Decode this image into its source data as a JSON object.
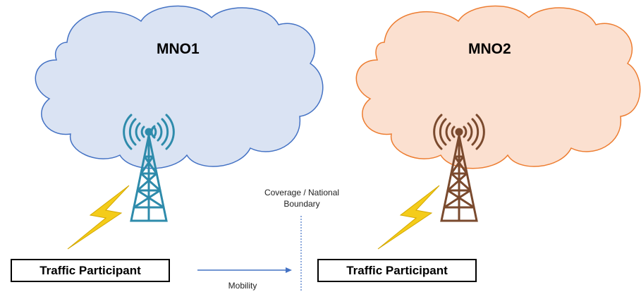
{
  "clouds": [
    {
      "label": "MNO1",
      "fill": "#dae3f3",
      "stroke": "#4472c4"
    },
    {
      "label": "MNO2",
      "fill": "#fbe0d0",
      "stroke": "#ed7d31"
    }
  ],
  "towers": [
    {
      "color": "#2e8bab"
    },
    {
      "color": "#7a4a2e"
    }
  ],
  "lightning_color": "#f4cc1a",
  "participants": [
    "Traffic Participant",
    "Traffic Participant"
  ],
  "boundary": {
    "label_line1": "Coverage / National",
    "label_line2": "Boundary",
    "color": "#4472c4"
  },
  "mobility": {
    "label": "Mobility",
    "color": "#4472c4"
  }
}
